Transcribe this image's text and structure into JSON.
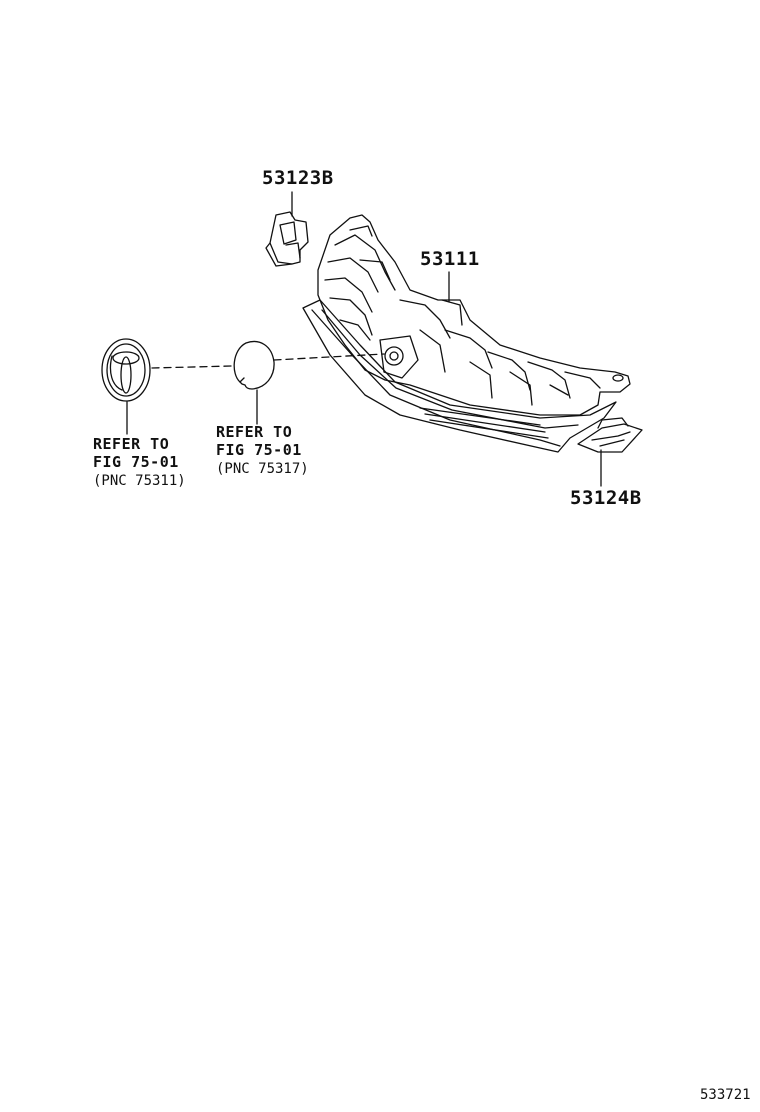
{
  "parts": {
    "bracket_upper": "53123B",
    "grille": "53111",
    "bracket_lower": "53124B"
  },
  "references": [
    {
      "line1": "REFER TO",
      "line2": "FIG 75-01",
      "line3": "(PNC 75311)"
    },
    {
      "line1": "REFER TO",
      "line2": "FIG 75-01",
      "line3": "(PNC 75317)"
    }
  ],
  "figure_id": "533721",
  "colors": {
    "ink": "#111111",
    "background": "#ffffff"
  }
}
